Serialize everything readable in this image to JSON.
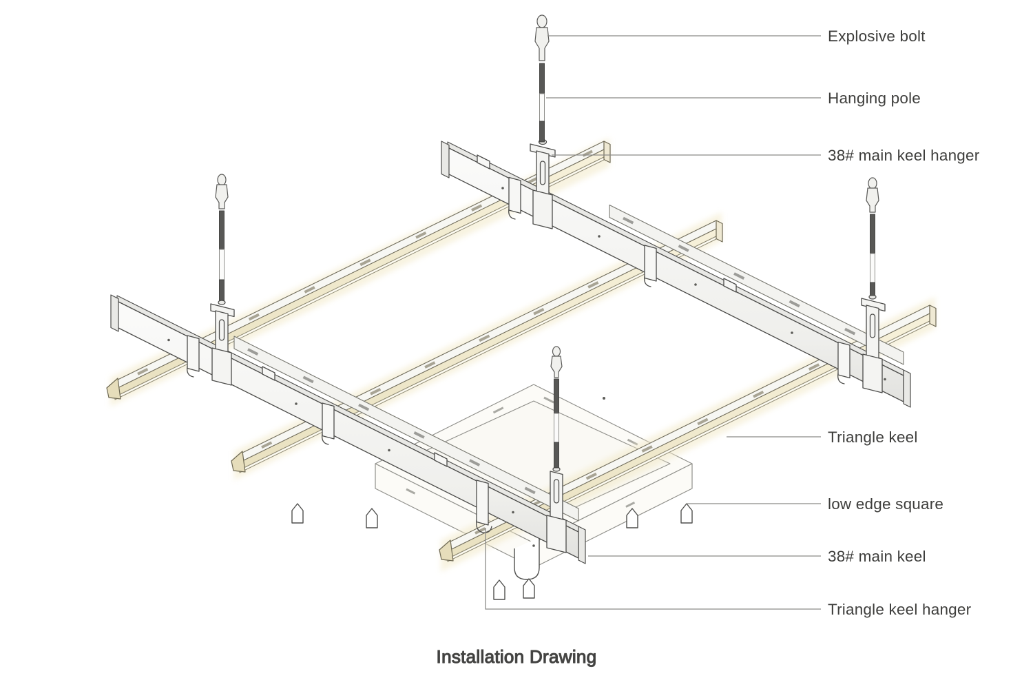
{
  "diagram": {
    "caption": "Installation Drawing",
    "labels": {
      "explosive_bolt": "Explosive bolt",
      "hanging_pole": "Hanging pole",
      "main_keel_hanger": "38# main keel hanger",
      "triangle_keel": "Triangle keel",
      "low_edge_square": "low edge square",
      "main_keel": "38# main keel",
      "triangle_keel_hanger": "Triangle keel hanger"
    },
    "colors": {
      "background": "#ffffff",
      "outline": "#4c4c4a",
      "light_outline": "#8f8f8a",
      "keel_white": "#f7f7f5",
      "keel_shadow": "#e4e4e1",
      "triangle_keel_cream": "#f1ead0",
      "triangle_keel_cream_dark": "#d9d0ac",
      "pole_dark": "#585856",
      "leader_line": "#8a8a87",
      "text": "#3e3e3c"
    }
  }
}
